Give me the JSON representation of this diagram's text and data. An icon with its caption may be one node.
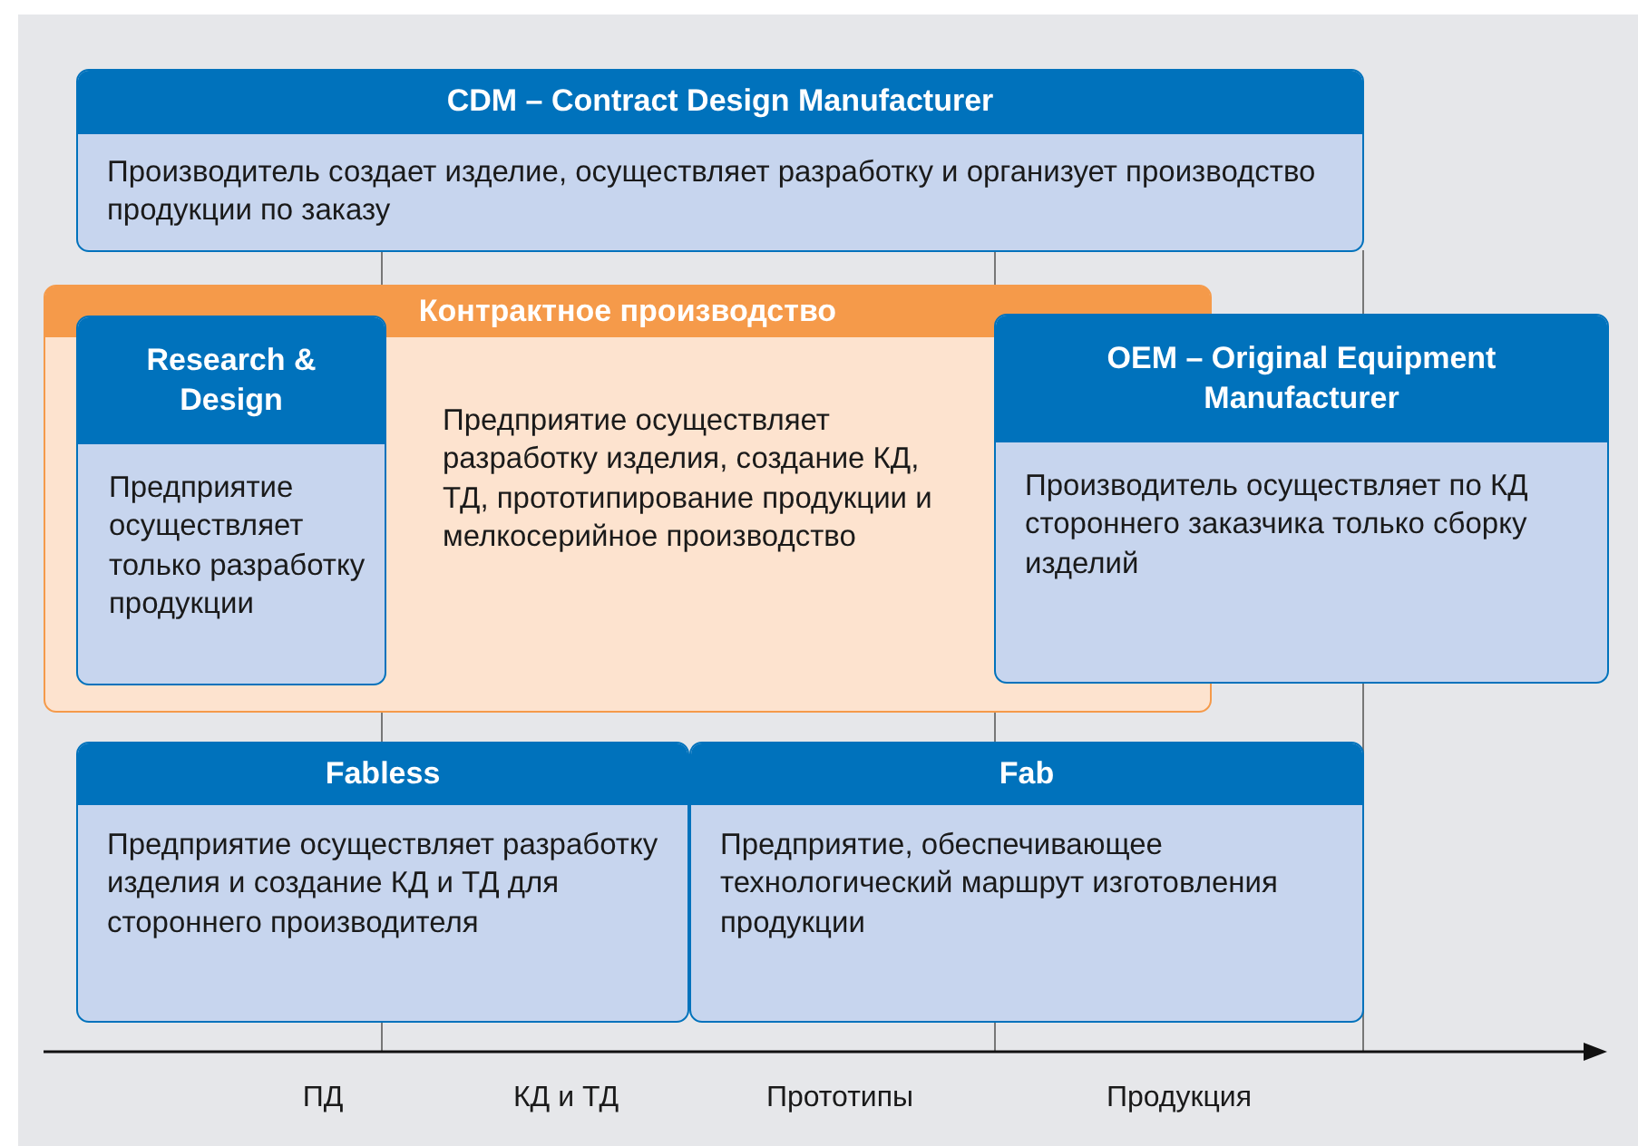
{
  "diagram": {
    "nodes": [
      {
        "text": [
          "CDM – Contract Design Manufacturer",
          "Производитель создает изделие, осуществляет разработку и организует производство продукции по заказу"
        ]
      },
      {
        "text": [
          "Контрактное производство",
          "Предприятие осуществляет разработку изделия, создание КД, ТД, прототипирование продукции и мелкосерийное производство"
        ]
      },
      {
        "text": [
          "Research & Design",
          "Предприятие осуществляет только разработку продукции"
        ],
        "in": 1
      },
      {
        "text": [
          "OEM – Original Equipment Manufacturer",
          "Производитель осуществляет по КД стороннего заказчика только сборку изделий"
        ]
      },
      {
        "text": [
          "Fabless",
          "Предприятие осуществляет разработку изделия и создание КД и ТД для стороннего производителя"
        ]
      },
      {
        "text": [
          "Fab",
          "Предприятие, обеспечивающее технологический маршрут изготовления продукции"
        ]
      }
    ],
    "labels": [
      "ПД",
      "КД и ТД",
      "Прототипы",
      "Продукция"
    ]
  }
}
